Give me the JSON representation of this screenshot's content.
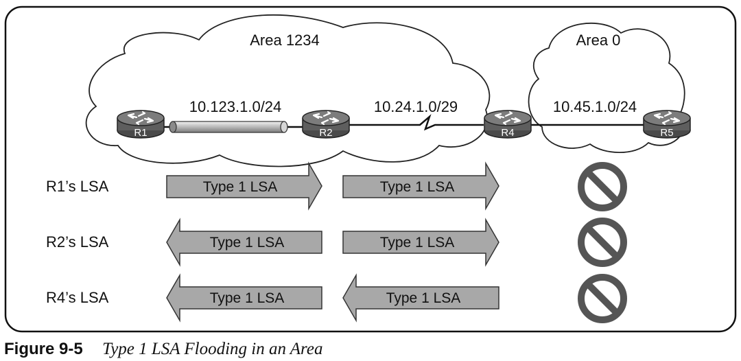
{
  "areas": {
    "area1234": "Area 1234",
    "area0": "Area 0"
  },
  "routers": {
    "r1": "R1",
    "r2": "R2",
    "r4": "R4",
    "r5": "R5"
  },
  "subnets": {
    "r1_r2": "10.123.1.0/24",
    "r2_r4": "10.24.1.0/29",
    "r4_r5": "10.45.1.0/24"
  },
  "rows": [
    {
      "label": "R1’s LSA",
      "arrow1": "Type 1 LSA",
      "arrow2": "Type 1 LSA",
      "blocked_icon": "prohibited-icon"
    },
    {
      "label": "R2’s LSA",
      "arrow1": "Type 1 LSA",
      "arrow2": "Type 1 LSA",
      "blocked_icon": "prohibited-icon"
    },
    {
      "label": "R4’s LSA",
      "arrow1": "Type 1 LSA",
      "arrow2": "Type 1 LSA",
      "blocked_icon": "prohibited-icon"
    }
  ],
  "caption": {
    "number": "Figure 9-5",
    "title": "Type 1 LSA Flooding in an Area"
  },
  "colors": {
    "arrow_fill": "#a8a8a8",
    "router_body": "#6e6e6e",
    "prohibited": "#555555"
  }
}
